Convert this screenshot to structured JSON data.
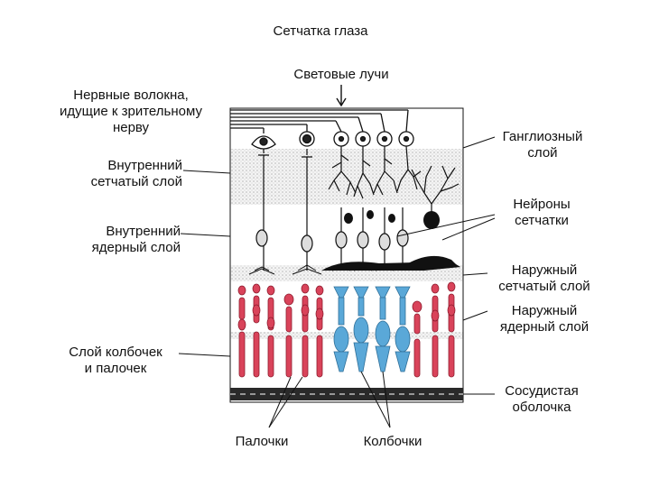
{
  "title": "Сетчатка глаза",
  "labels": {
    "light_rays": "Световые лучи",
    "nerve_fibers": "Нервные волокна,\nидущие к зрительному\nнерву",
    "inner_plexiform": "Внутренний\nсетчатый слой",
    "inner_nuclear": "Внутренний\nядерный слой",
    "rods_cones_layer": "Слой колбочек\nи палочек",
    "ganglion_layer": "Ганглиозный\nслой",
    "retina_neurons": "Нейроны\nсетчатки",
    "outer_plexiform": "Наружный\nсетчатый слой",
    "outer_nuclear": "Наружный\nядерный слой",
    "choroid": "Сосудистая\nоболочка",
    "rods": "Палочки",
    "cones": "Колбочки"
  },
  "colors": {
    "rod": "#d9435a",
    "rod_light": "#f2b4bf",
    "cone": "#5aa8d8",
    "cone_light": "#bfe0f2",
    "layer_dots": "#c8c8c8",
    "ink": "#111111"
  }
}
